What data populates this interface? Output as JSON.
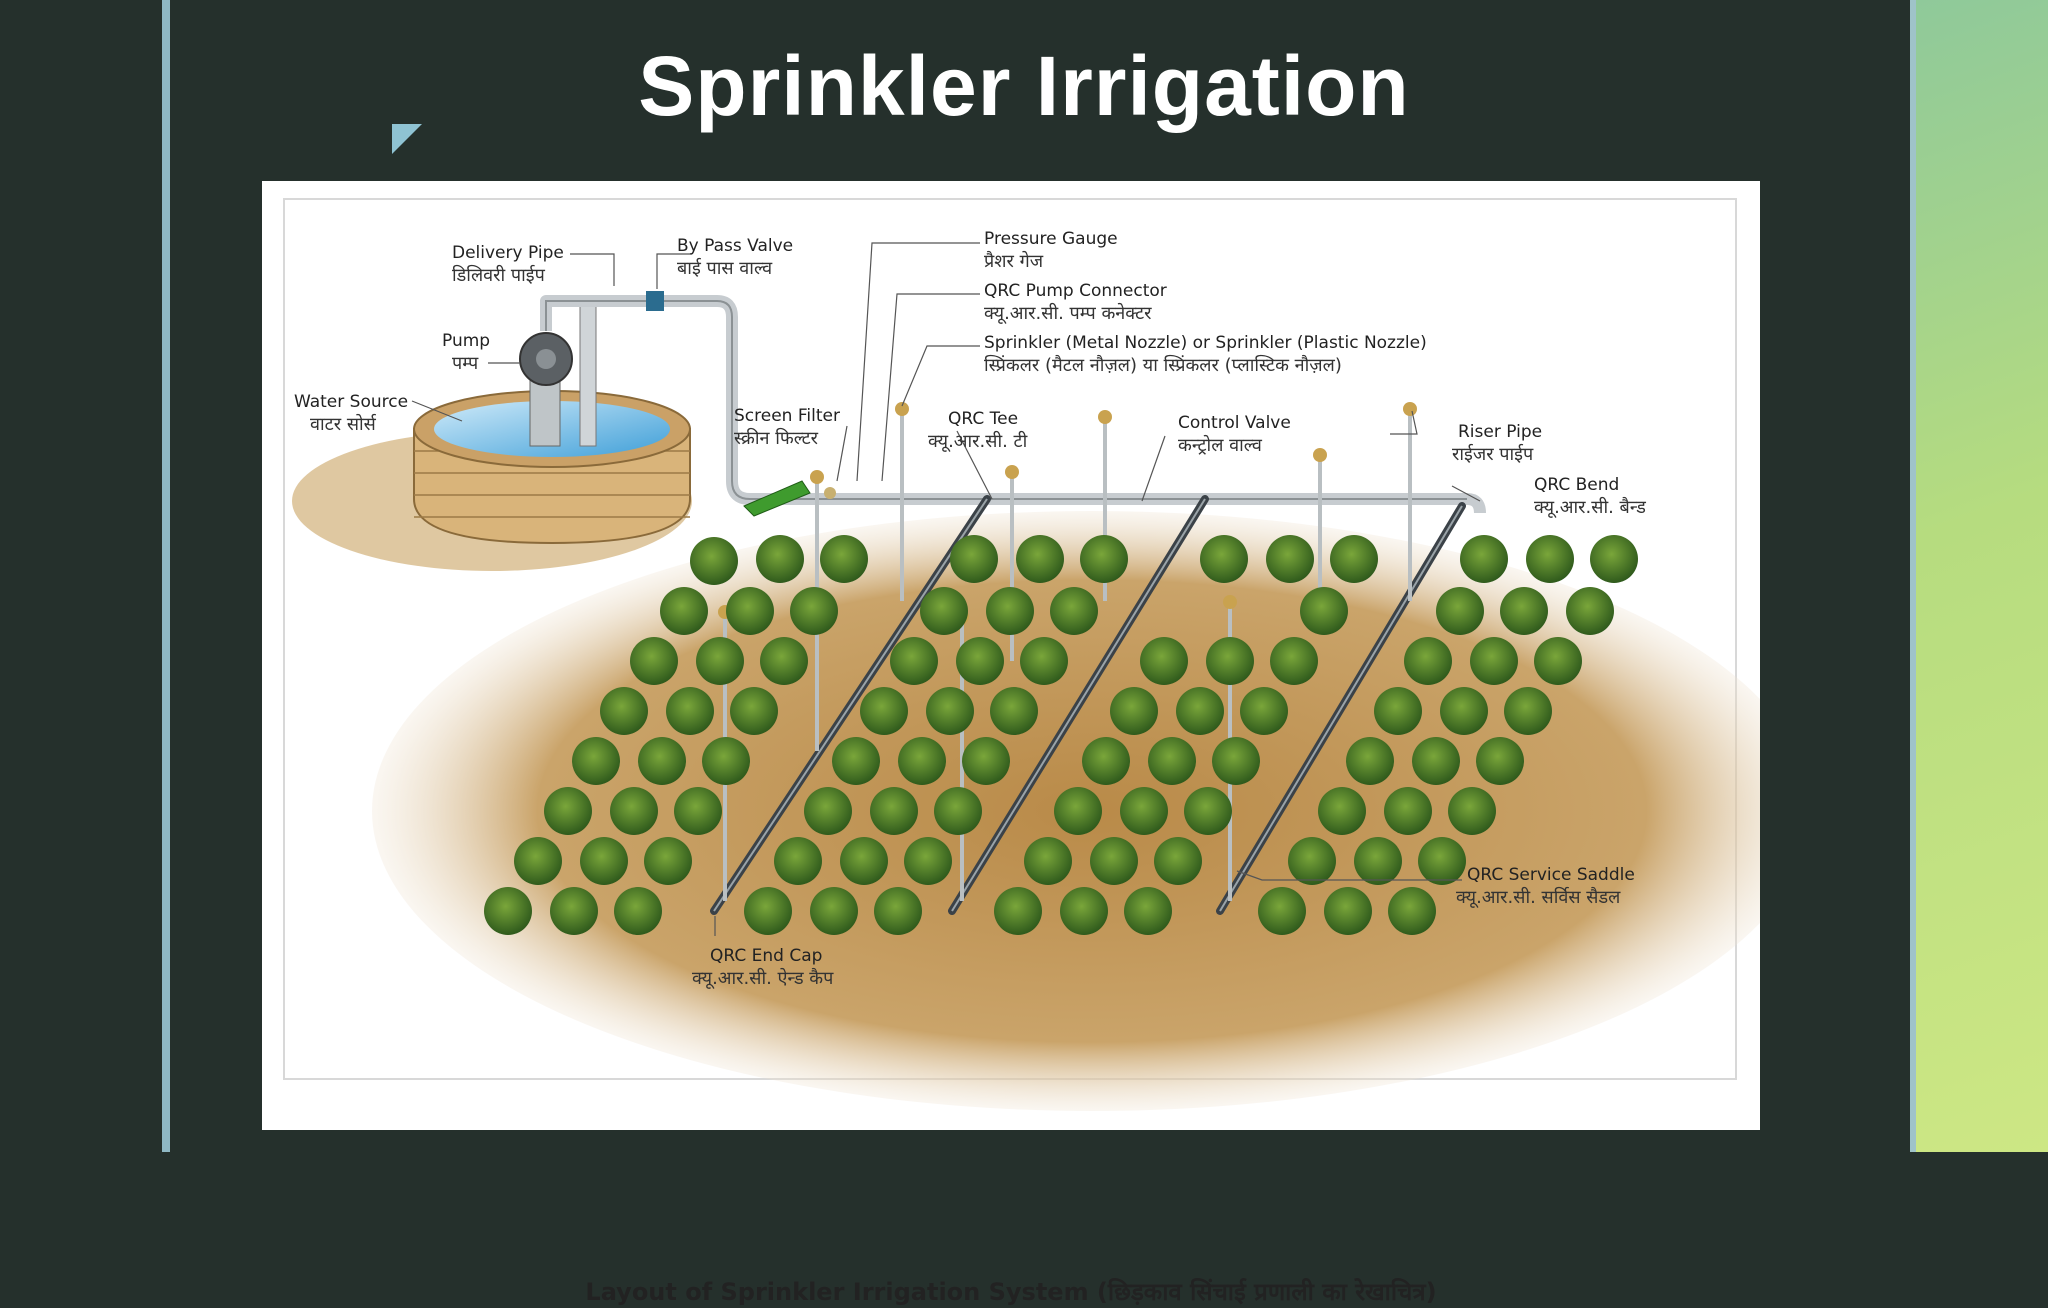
{
  "slide": {
    "title": "Sprinkler Irrigation"
  },
  "figure": {
    "caption": "Layout of Sprinkler Irrigation System (छिड़काव सिंचाई प्रणाली का रेखाचित्र)",
    "labels": {
      "delivery_pipe": {
        "en": "Delivery Pipe",
        "hi": "डिलिवरी पाईप"
      },
      "bypass_valve": {
        "en": "By Pass Valve",
        "hi": "बाई पास वाल्व"
      },
      "pump": {
        "en": "Pump",
        "hi": "पम्प"
      },
      "water_source": {
        "en": "Water Source",
        "hi": "वाटर सोर्स"
      },
      "pressure_gauge": {
        "en": "Pressure Gauge",
        "hi": "प्रैशर गेज"
      },
      "qrc_pump_connector": {
        "en": "QRC Pump Connector",
        "hi": "क्यू.आर.सी. पम्प कनेक्टर"
      },
      "sprinkler": {
        "en": "Sprinkler (Metal Nozzle) or Sprinkler (Plastic Nozzle)",
        "hi": "स्प्रिंकलर (मैटल नौज़ल) या स्प्रिंकलर (प्लास्टिक नौज़ल)"
      },
      "screen_filter": {
        "en": "Screen Filter",
        "hi": "स्क्रीन फिल्टर"
      },
      "qrc_tee": {
        "en": "QRC Tee",
        "hi": "क्यू.आर.सी. टी"
      },
      "control_valve": {
        "en": "Control Valve",
        "hi": "कन्ट्रोल वाल्व"
      },
      "riser_pipe": {
        "en": "Riser Pipe",
        "hi": "राईजर पाईप"
      },
      "qrc_bend": {
        "en": "QRC Bend",
        "hi": "क्यू.आर.सी. बैन्ड"
      },
      "qrc_service_saddle": {
        "en": "QRC Service Saddle",
        "hi": "क्यू.आर.सी. सर्विस सैडल"
      },
      "qrc_end_cap": {
        "en": "QRC End Cap",
        "hi": "क्यू.आर.सी. ऐन्ड कैप"
      }
    }
  },
  "colors": {
    "background": "#25302c",
    "accent_line": "#8fb8c4",
    "corner_mark": "#8fc3d3"
  }
}
